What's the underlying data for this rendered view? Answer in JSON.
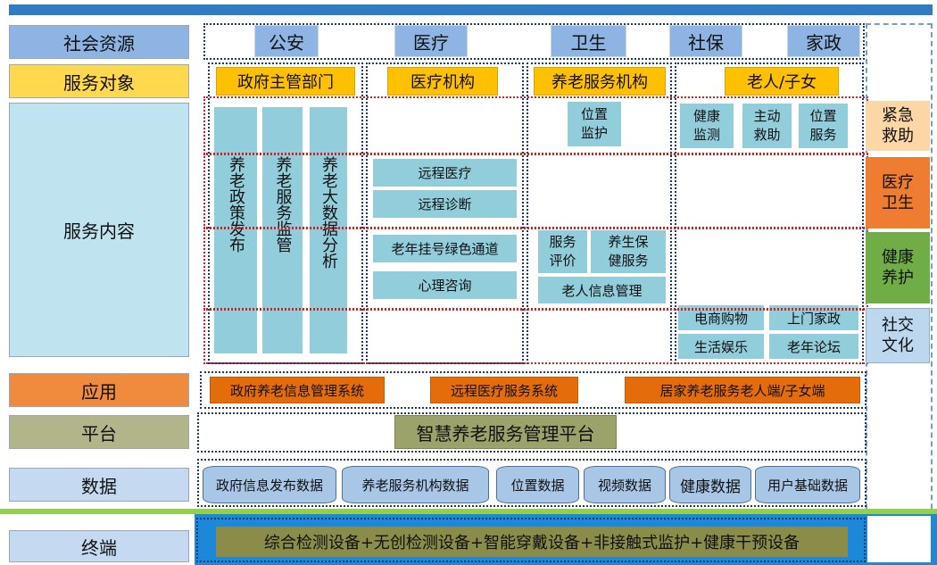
{
  "left_labels": {
    "resources": "社会资源",
    "targets": "服务对象",
    "content": "服务内容",
    "apps": "应用",
    "platform": "平台",
    "data": "数据",
    "terminal": "终端"
  },
  "resources": [
    "公安",
    "医疗",
    "卫生",
    "社保",
    "家政"
  ],
  "targets": [
    "政府主管部门",
    "医疗机构",
    "养老服务机构",
    "老人/子女"
  ],
  "gov_columns": [
    "养老政策发布",
    "养老服务监管",
    "养老大数据分析"
  ],
  "medical_items": [
    "远程医疗",
    "远程诊断",
    "老年挂号绿色通道",
    "心理咨询"
  ],
  "org_items": {
    "location": "位置\n监护",
    "evaluation": "服务\n评价",
    "health_service": "养生保\n健服务",
    "info_mgmt": "老人信息管理"
  },
  "elder_items": {
    "health_monitor": "健康\n监测",
    "active_rescue": "主动\n救助",
    "location_service": "位置\n服务",
    "ecommerce": "电商购物",
    "home_service": "上门家政",
    "entertainment": "生活娱乐",
    "forum": "老年论坛"
  },
  "right_categories": [
    "紧急\n救助",
    "医疗\n卫生",
    "健康\n养护",
    "社交\n文化"
  ],
  "apps": [
    "政府养老信息管理系统",
    "远程医疗服务系统",
    "居家养老服务老人端/子女端"
  ],
  "platform": "智慧养老服务管理平台",
  "data_items": [
    "政府信息发布数据",
    "养老服务机构数据",
    "位置数据",
    "视频数据",
    "健康数据",
    "用户基础数据"
  ],
  "terminal": "综合检测设备+无创检测设备+智能穿戴设备+非接触式监护+健康干预设备",
  "colors": {
    "top_bar": "#2e7cc4",
    "green_band": "#92d050",
    "terminal_band": "#1e88d8",
    "terminal_bar": "#8c8c4a",
    "emergency": "#fcd6a4",
    "medical": "#ee7d32",
    "health": "#70ad47",
    "social": "#bdd7ee"
  }
}
